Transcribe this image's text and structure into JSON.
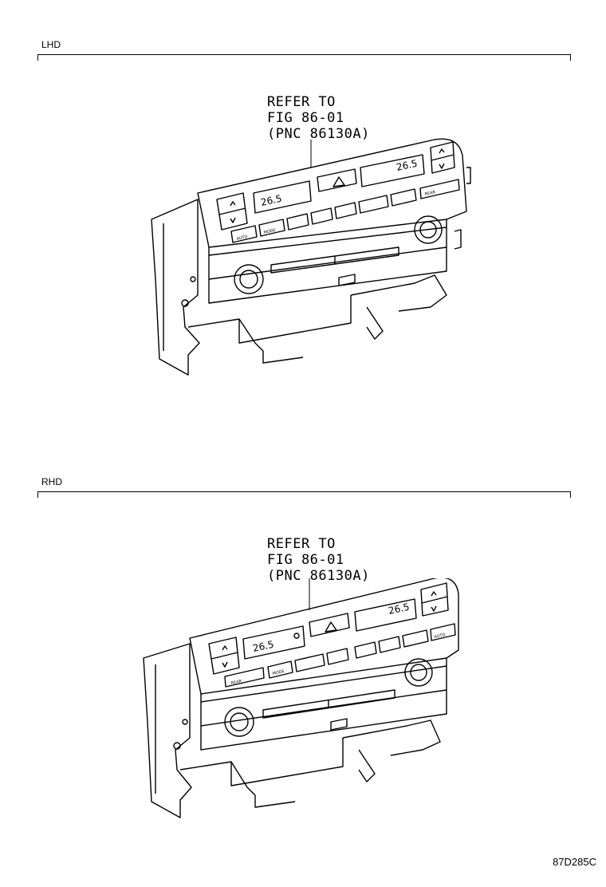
{
  "sections": [
    {
      "label": "LHD",
      "callout": [
        "REFER TO",
        "FIG 86-01",
        "(PNC 86130A)"
      ],
      "display_left": "26.5",
      "display_right": "26.5",
      "buttons": [
        "AUTO",
        "MODE",
        "REAR"
      ]
    },
    {
      "label": "RHD",
      "callout": [
        "REFER TO",
        "FIG 86-01",
        "(PNC 86130A)"
      ],
      "display_left": "26.5",
      "display_right": "26.5",
      "buttons": [
        "REAR",
        "MODE",
        "AUTO"
      ]
    }
  ],
  "drawing_code": "87D285C"
}
